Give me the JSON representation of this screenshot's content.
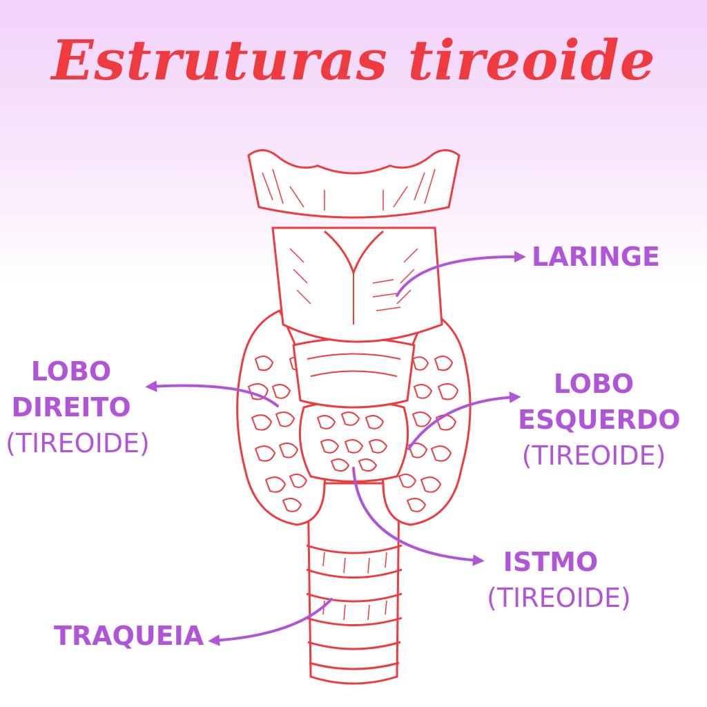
{
  "title": "Estruturas tireoide",
  "colors": {
    "illustration": "#ef3a3f",
    "labels": "#b055d8",
    "background_top": "#f2d2fa",
    "background_bottom": "#ffffff"
  },
  "labels": {
    "laringe": [
      "LARINGE"
    ],
    "lobo_direito": [
      "LOBO",
      "DIREITO",
      "(TIREOIDE)"
    ],
    "lobo_esquerdo": [
      "LOBO",
      "ESQUERDO",
      "(TIREOIDE)"
    ],
    "istmo": [
      "ISTMO",
      "(TIREOIDE)"
    ],
    "traqueia": [
      "TRAQUEIA"
    ]
  }
}
